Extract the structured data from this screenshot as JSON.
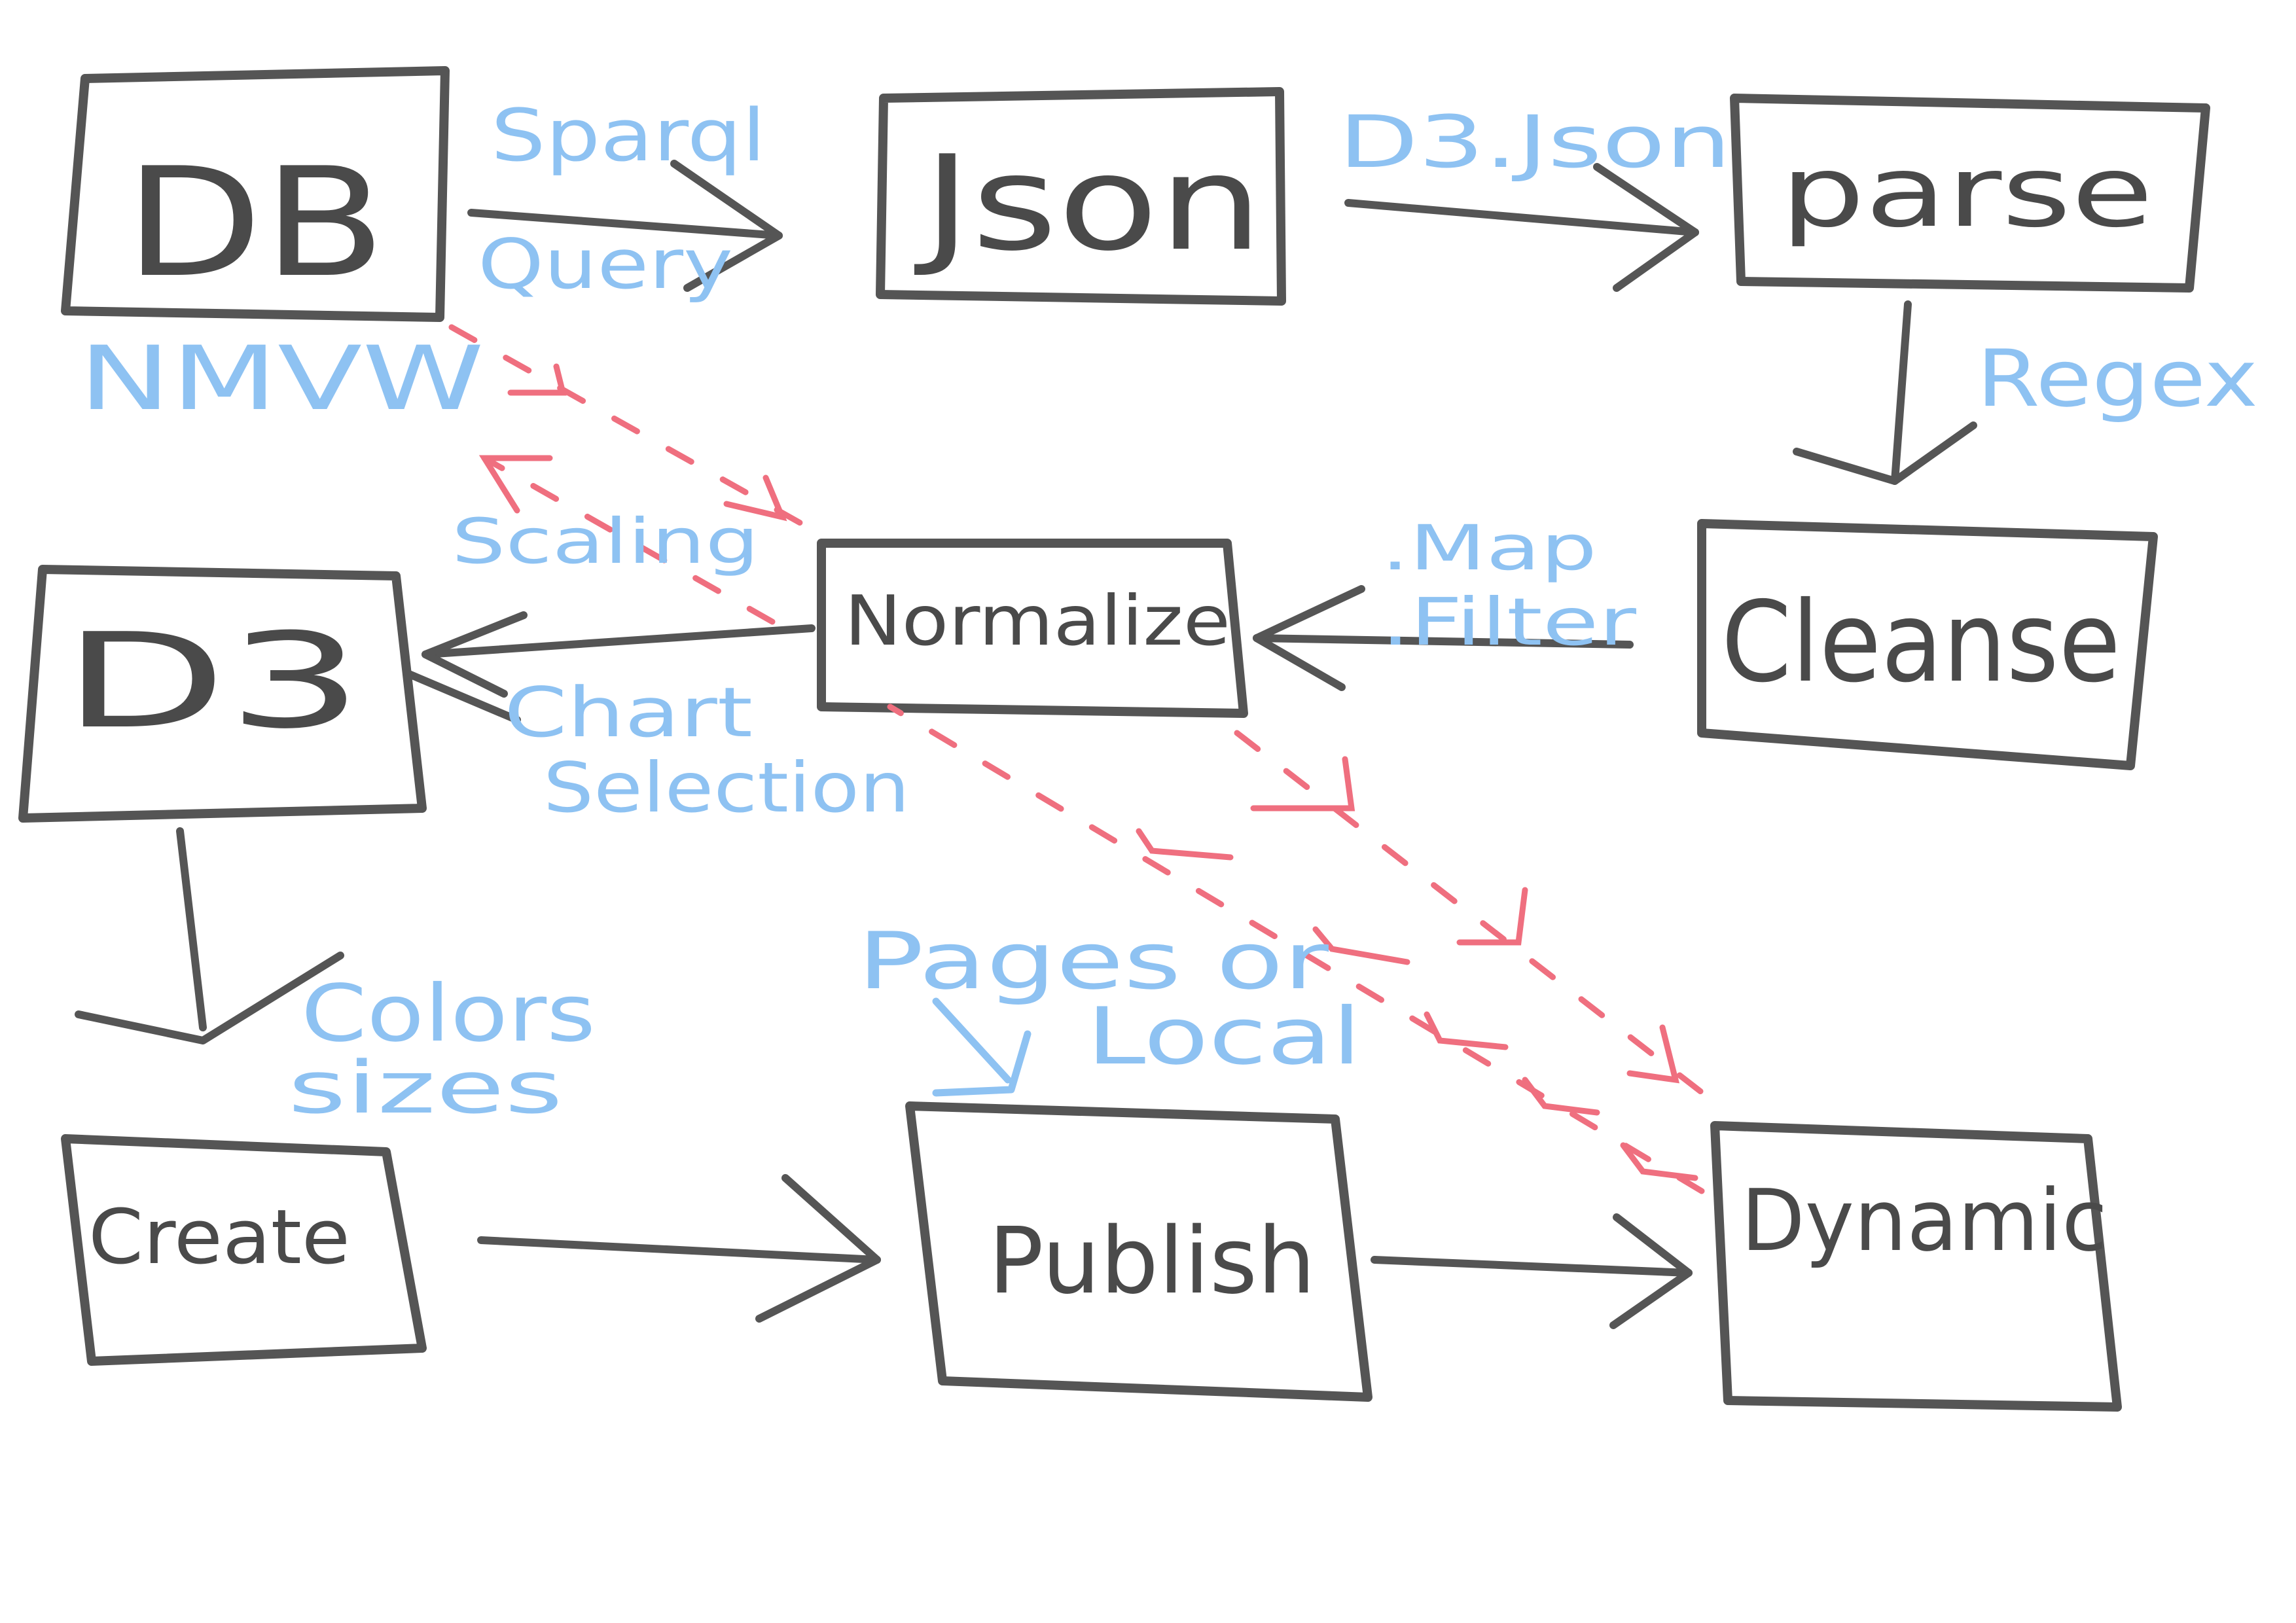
{
  "diagram": {
    "nodes": {
      "db": "DB",
      "json": "Json",
      "parse": "parse",
      "normalize": "Normalize",
      "cleanse": "Cleanse",
      "d3": "D3",
      "create": "Create",
      "publish": "Publish",
      "dynamic": "Dynamic"
    },
    "edge_labels": {
      "sparql": "Sparql",
      "query": "Query",
      "d3_json": "D3.Json",
      "regex": "Regex",
      "map": ".Map",
      "filter": ".Filter",
      "nmvw": "NMVW",
      "scaling": "Scaling",
      "chart": "Chart",
      "selection": "Selection",
      "colors": "Colors",
      "sizes": "sizes",
      "pages_or": "Pages or",
      "local": "Local"
    },
    "colors": {
      "box_stroke": "#555555",
      "label_blue": "#8ec2f2",
      "dashed_red": "#ef6f7f"
    }
  }
}
